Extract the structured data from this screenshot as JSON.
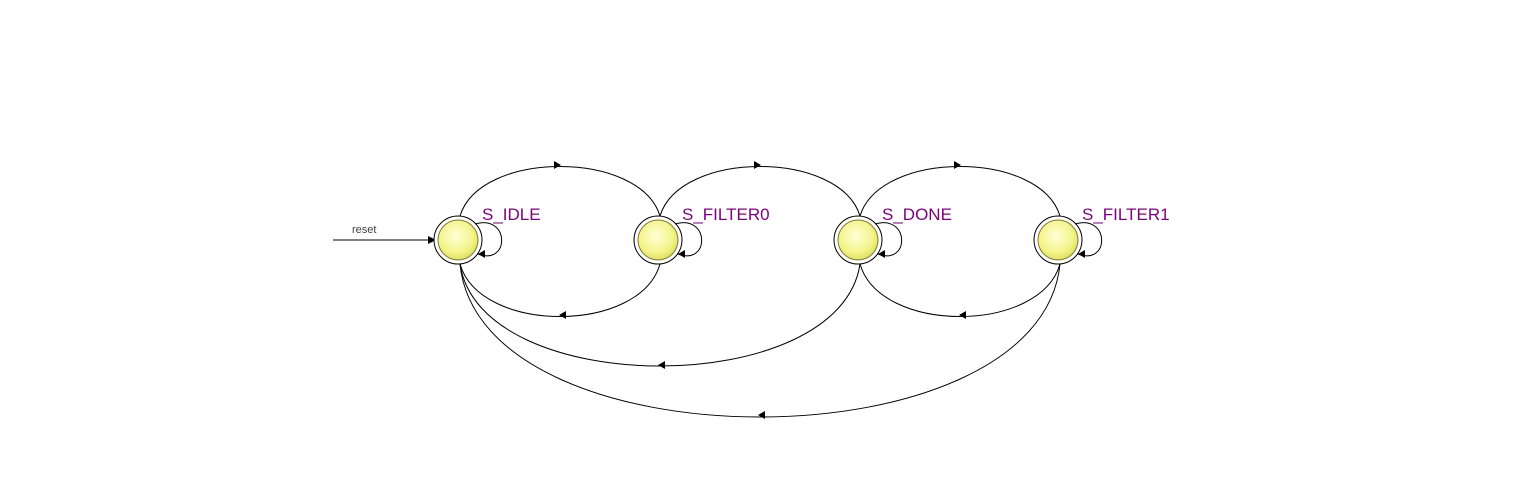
{
  "diagram": {
    "reset_label": "reset",
    "initial_state": "S_IDLE",
    "colors": {
      "state_fill_center": "#ffffc8",
      "state_fill_edge": "#e8e860",
      "label": "#800080",
      "edge": "#000000"
    },
    "states": [
      {
        "id": "S_IDLE",
        "label": "S_IDLE"
      },
      {
        "id": "S_FILTER0",
        "label": "S_FILTER0"
      },
      {
        "id": "S_DONE",
        "label": "S_DONE"
      },
      {
        "id": "S_FILTER1",
        "label": "S_FILTER1"
      }
    ],
    "transitions": [
      {
        "from": "S_IDLE",
        "to": "S_IDLE"
      },
      {
        "from": "S_IDLE",
        "to": "S_FILTER0"
      },
      {
        "from": "S_FILTER0",
        "to": "S_FILTER0"
      },
      {
        "from": "S_FILTER0",
        "to": "S_DONE"
      },
      {
        "from": "S_FILTER0",
        "to": "S_IDLE"
      },
      {
        "from": "S_DONE",
        "to": "S_DONE"
      },
      {
        "from": "S_DONE",
        "to": "S_FILTER1"
      },
      {
        "from": "S_DONE",
        "to": "S_IDLE"
      },
      {
        "from": "S_FILTER1",
        "to": "S_FILTER1"
      },
      {
        "from": "S_FILTER1",
        "to": "S_DONE"
      },
      {
        "from": "S_FILTER1",
        "to": "S_IDLE"
      }
    ]
  }
}
